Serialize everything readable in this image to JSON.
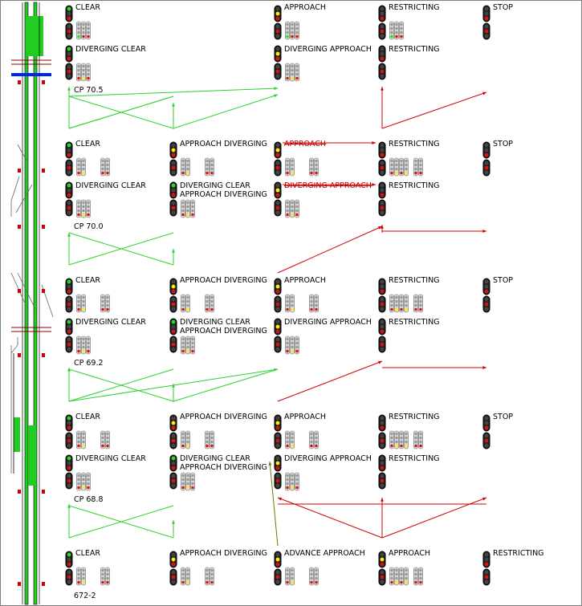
{
  "control_points": [
    "CP 70.5",
    "CP 70.0",
    "CP 69.2",
    "CP 68.8",
    "672-2"
  ],
  "colors": {
    "green_route": "#2ed12e",
    "red_route": "#d40000",
    "olive_route": "#6b7a00",
    "track_green": "#22cc22",
    "blue_bar": "#0022ee",
    "lamp_green": "#22dd22",
    "lamp_yellow": "#ffee00",
    "lamp_red": "#dd1010"
  },
  "rows": [
    {
      "cp": "CP 70.5",
      "cells": [
        {
          "col": 0,
          "top": "CLEAR",
          "bottom": "DIVERGING CLEAR"
        },
        {
          "col": 2,
          "top": "APPROACH",
          "bottom": "DIVERGING APPROACH"
        },
        {
          "col": 3,
          "top": "RESTRICTING",
          "bottom": "RESTRICTING"
        },
        {
          "col": 4,
          "top": "STOP",
          "bottom": ""
        }
      ]
    },
    {
      "cp": "CP 70.0",
      "cells": [
        {
          "col": 0,
          "top": "CLEAR",
          "bottom": "DIVERGING CLEAR"
        },
        {
          "col": 1,
          "top": "APPROACH DIVERGING",
          "bottom": "DIVERGING CLEAR\nAPPROACH DIVERGING"
        },
        {
          "col": 2,
          "top": "APPROACH",
          "bottom": "DIVERGING APPROACH",
          "struck": true
        },
        {
          "col": 3,
          "top": "RESTRICTING",
          "bottom": "RESTRICTING"
        },
        {
          "col": 4,
          "top": "STOP",
          "bottom": ""
        }
      ]
    },
    {
      "cp": "CP 69.2",
      "cells": [
        {
          "col": 0,
          "top": "CLEAR",
          "bottom": "DIVERGING CLEAR"
        },
        {
          "col": 1,
          "top": "APPROACH DIVERGING",
          "bottom": "DIVERGING CLEAR\nAPPROACH DIVERGING"
        },
        {
          "col": 2,
          "top": "APPROACH",
          "bottom": "DIVERGING APPROACH"
        },
        {
          "col": 3,
          "top": "RESTRICTING",
          "bottom": "RESTRICTING"
        },
        {
          "col": 4,
          "top": "STOP",
          "bottom": ""
        }
      ]
    },
    {
      "cp": "CP 68.8",
      "cells": [
        {
          "col": 0,
          "top": "CLEAR",
          "bottom": "DIVERGING CLEAR"
        },
        {
          "col": 1,
          "top": "APPROACH DIVERGING",
          "bottom": "DIVERGING CLEAR\nAPPROACH DIVERGING"
        },
        {
          "col": 2,
          "top": "APPROACH",
          "bottom": "DIVERGING APPROACH"
        },
        {
          "col": 3,
          "top": "RESTRICTING",
          "bottom": "RESTRICTING"
        },
        {
          "col": 4,
          "top": "STOP",
          "bottom": ""
        }
      ]
    },
    {
      "cp": "672-2",
      "cells": [
        {
          "col": 0,
          "top": "CLEAR",
          "bottom": ""
        },
        {
          "col": 1,
          "top": "APPROACH DIVERGING",
          "bottom": ""
        },
        {
          "col": 2,
          "top": "ADVANCE APPROACH",
          "bottom": ""
        },
        {
          "col": 3,
          "top": "APPROACH",
          "bottom": ""
        },
        {
          "col": 4,
          "top": "RESTRICTING",
          "bottom": ""
        }
      ]
    }
  ]
}
